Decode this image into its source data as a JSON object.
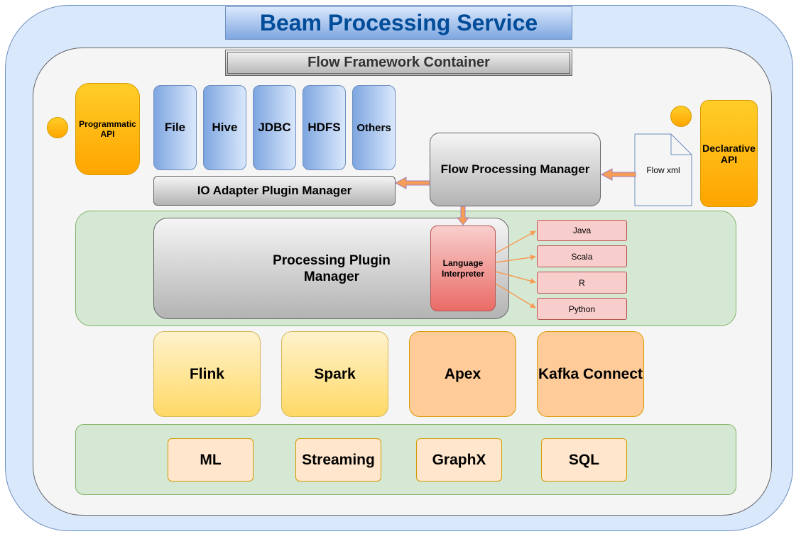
{
  "title": "Beam Processing Service",
  "container_title": "Flow Framework Container",
  "programmatic_api": "Programmatic API",
  "declarative_api": "Declarative API",
  "io_adapters": [
    "File",
    "Hive",
    "JDBC",
    "HDFS",
    "Others"
  ],
  "io_adapter_manager": "IO Adapter Plugin Manager",
  "flow_processing_manager": "Flow Processing Manager",
  "flow_xml": "Flow xml",
  "processing_plugin_manager": "Processing Plugin Manager",
  "language_interpreter": "Language Interpreter",
  "languages": [
    "Java",
    "Scala",
    "R",
    "Python"
  ],
  "engines": [
    "Flink",
    "Spark",
    "Apex",
    "Kafka Connect"
  ],
  "libraries": [
    "ML",
    "Streaming",
    "GraphX",
    "SQL"
  ],
  "colors": {
    "arrow": "#f59d56",
    "title_text": "#004C99",
    "outer_fill": "#dae8fc",
    "green_fill": "#d5e8d4"
  }
}
